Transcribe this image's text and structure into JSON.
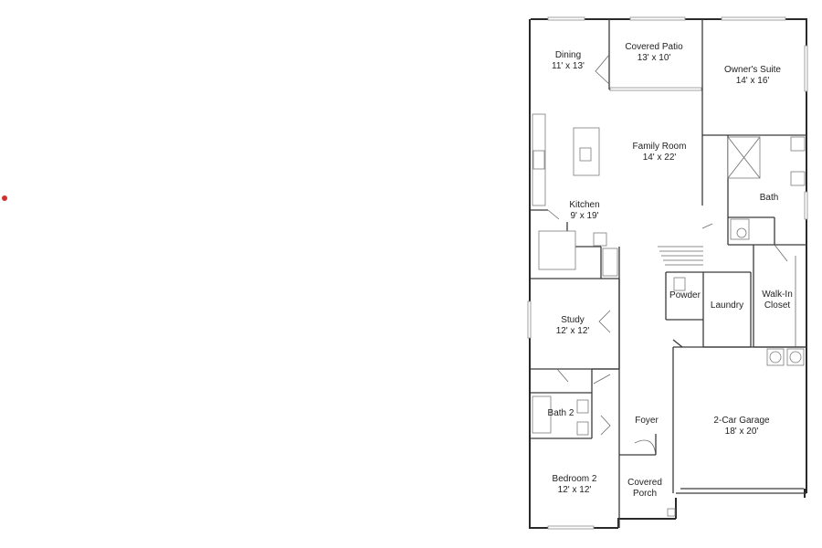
{
  "floorplan": {
    "rooms": [
      {
        "id": "dining",
        "name": "Dining",
        "size": "11' x 13'"
      },
      {
        "id": "covered-patio",
        "name": "Covered Patio",
        "size": "13' x 10'"
      },
      {
        "id": "owners-suite",
        "name": "Owner's Suite",
        "size": "14' x 16'"
      },
      {
        "id": "family-room",
        "name": "Family Room",
        "size": "14' x 22'"
      },
      {
        "id": "bath",
        "name": "Bath",
        "size": ""
      },
      {
        "id": "kitchen",
        "name": "Kitchen",
        "size": "9' x 19'"
      },
      {
        "id": "powder",
        "name": "Powder",
        "size": ""
      },
      {
        "id": "laundry",
        "name": "Laundry",
        "size": ""
      },
      {
        "id": "walk-in-closet",
        "name": "Walk-In",
        "size": "Closet"
      },
      {
        "id": "study",
        "name": "Study",
        "size": "12' x 12'"
      },
      {
        "id": "bath-2",
        "name": "Bath 2",
        "size": ""
      },
      {
        "id": "foyer",
        "name": "Foyer",
        "size": ""
      },
      {
        "id": "garage",
        "name": "2-Car Garage",
        "size": "18' x 20'"
      },
      {
        "id": "bedroom-2",
        "name": "Bedroom 2",
        "size": "12' x 12'"
      },
      {
        "id": "covered-porch",
        "name": "Covered",
        "size": "Porch"
      }
    ]
  },
  "colors": {
    "marker": "#d0312d",
    "wall": "#3a3a3a"
  }
}
